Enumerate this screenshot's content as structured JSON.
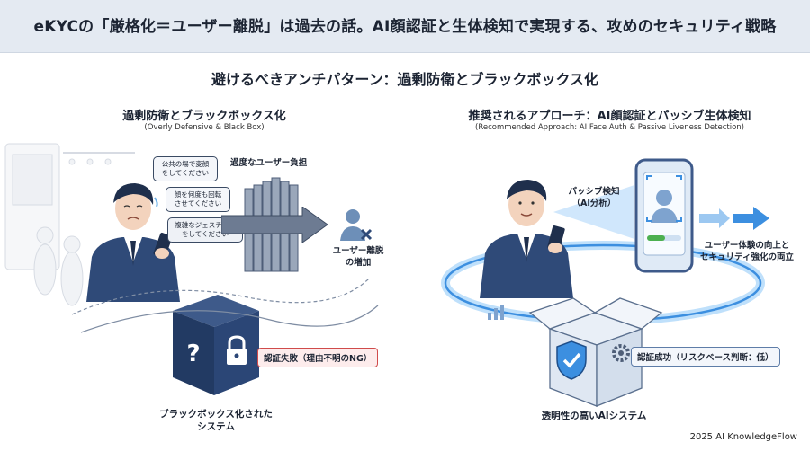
{
  "header": {
    "title": "eKYCの「厳格化＝ユーザー離脱」は過去の話。AI顔認証と生体検知で実現する、攻めのセキュリティ戦略"
  },
  "subheader": {
    "title": "避けるべきアンチパターン：過剰防衛とブラックボックス化"
  },
  "left_panel": {
    "title": "過剰防衛とブラックボックス化",
    "title_en": "(Overly Defensive & Black Box)",
    "bubbles": [
      "公共の場で変顔\nをしてください",
      "顔を何度も回転\nさせてください",
      "複雑なジェスチャー\nをしてください"
    ],
    "burden_label": "過度なユーザー負担",
    "churn_label": "ユーザー離脱\nの増加",
    "fail_label": "認証失敗（理由不明のNG）",
    "box_caption": "ブラックボックス化された\nシステム"
  },
  "right_panel": {
    "title": "推奨されるアプローチ：AI顔認証とパッシブ生体検知",
    "title_en": "(Recommended Approach: AI Face Auth & Passive Liveness Detection)",
    "passive_label": "パッシブ検知\n（AI分析）",
    "benefit_label": "ユーザー体験の向上と\nセキュリティ強化の両立",
    "success_label": "認証成功（リスクベース判断：低）",
    "box_caption": "透明性の高いAIシステム"
  },
  "footer": {
    "credit": "2025 AI KnowledgeFlow"
  },
  "colors": {
    "navy": "#2f4a78",
    "header_bg": "#e4eaf2",
    "accent_blue": "#3c8fe0",
    "alert_red": "#d04b4b"
  }
}
